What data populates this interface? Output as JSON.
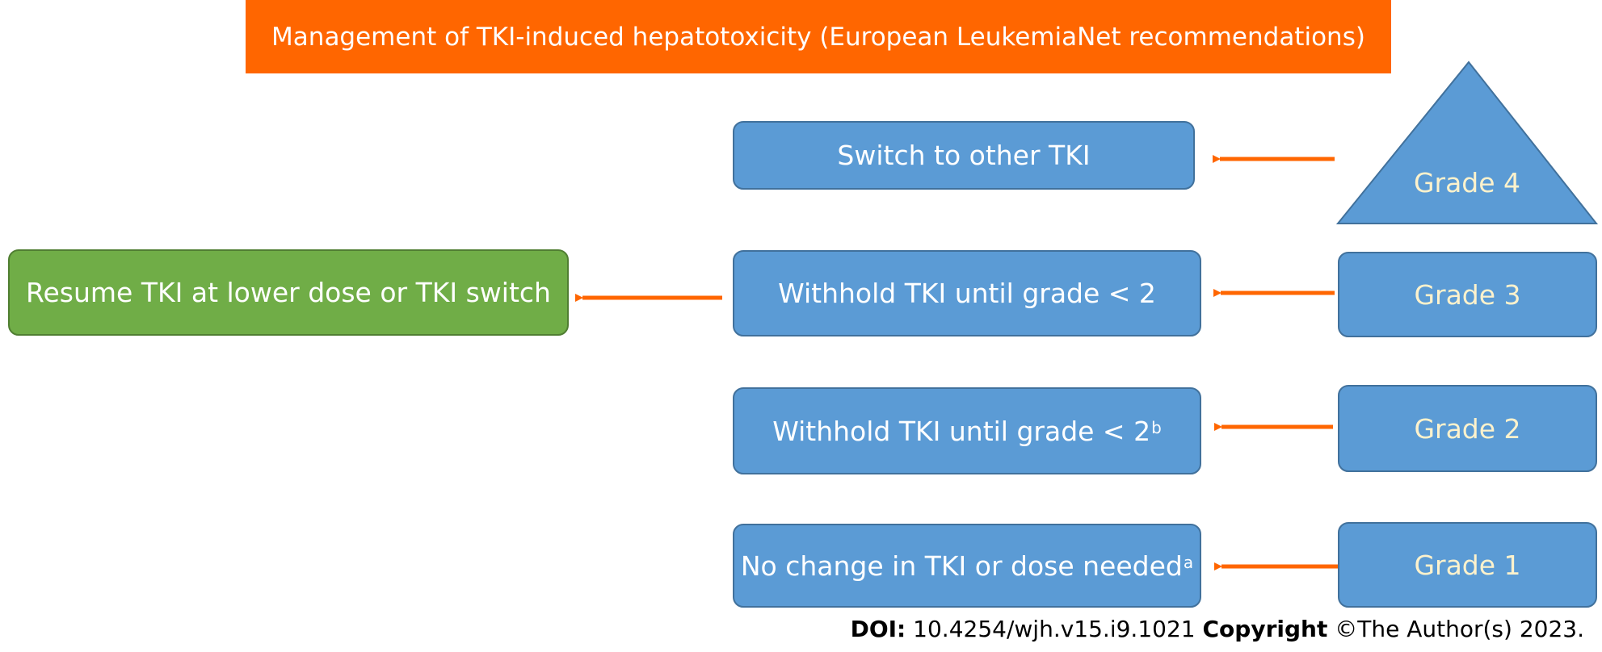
{
  "title": "Management of TKI-induced hepatotoxicity (European LeukemiaNet recommendations)",
  "grades": {
    "grade4": "Grade 4",
    "grade3": "Grade 3",
    "grade2": "Grade 2",
    "grade1": "Grade 1"
  },
  "actions": {
    "grade4": "Switch to other TKI",
    "grade3": "Withhold TKI until grade < 2",
    "grade2": "Withhold TKI until grade < 2",
    "grade2_footnote": "b",
    "grade1": "No change in TKI or dose needed",
    "grade1_footnote": "a"
  },
  "resume": "Resume TKI at lower dose or TKI switch",
  "footer": {
    "doi_label": "DOI:",
    "doi": "10.4254/wjh.v15.i9.1021",
    "copyright_label": "Copyright",
    "copyright": "©The Author(s) 2023."
  },
  "colors": {
    "banner": "#ff6600",
    "box": "#5b9bd5",
    "box_border": "#41719c",
    "resume_box": "#70ad47",
    "arrow": "#ff6600",
    "grade_text": "#fdf2cc"
  }
}
